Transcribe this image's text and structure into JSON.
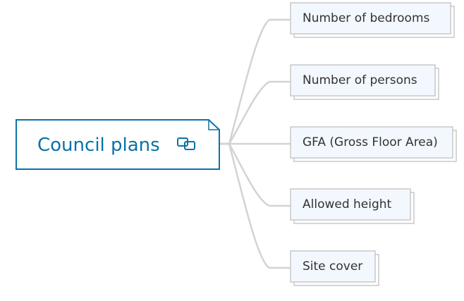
{
  "root": {
    "label": "Council plans",
    "icon": "linked-copy-icon",
    "color": "#0a72a8"
  },
  "children": [
    {
      "label": "Number of bedrooms"
    },
    {
      "label": "Number of persons"
    },
    {
      "label": "GFA (Gross Floor Area)"
    },
    {
      "label": "Allowed height"
    },
    {
      "label": "Site cover"
    }
  ],
  "colors": {
    "connector": "#d3d3d3",
    "child_fill": "#f2f8fe",
    "child_border": "#c8c8c8",
    "root_border": "#0a72a8"
  }
}
